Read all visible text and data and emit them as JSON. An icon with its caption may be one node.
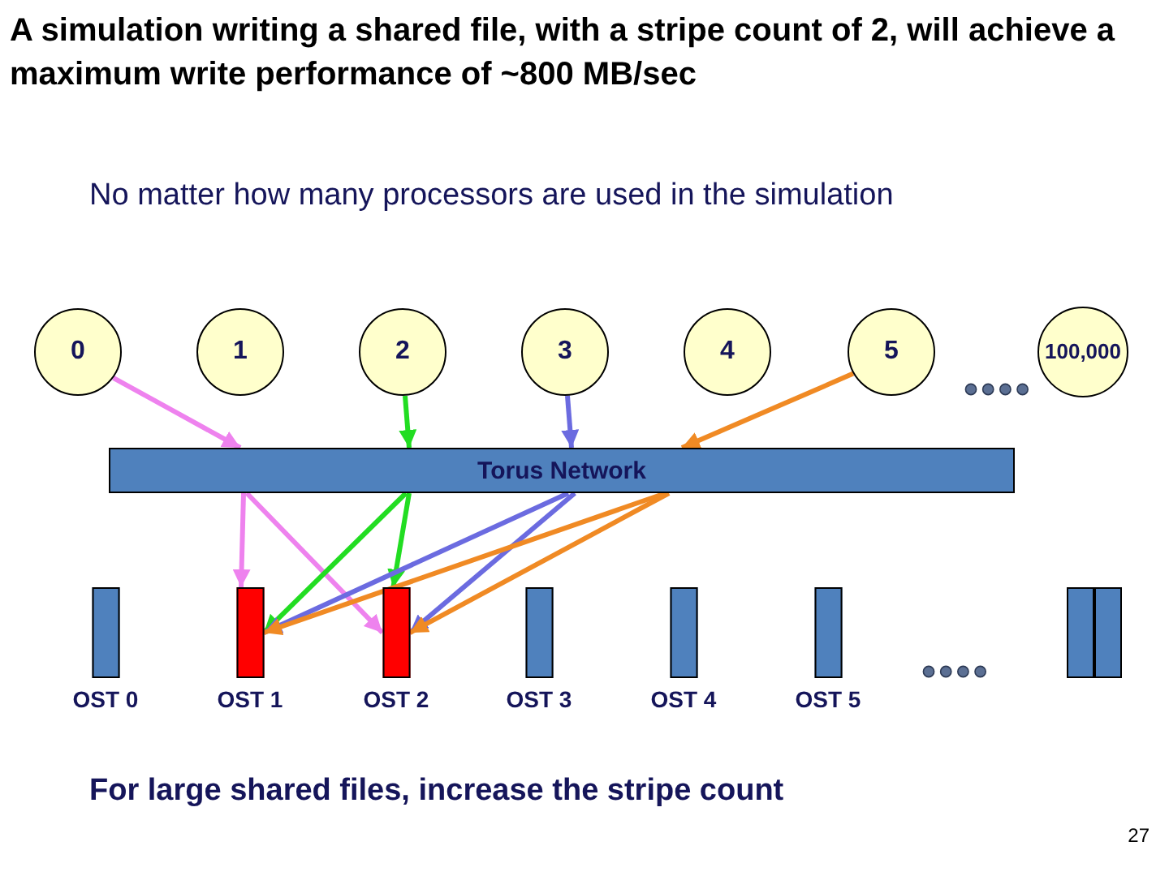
{
  "diagram": {
    "title": "A simulation writing a shared file, with a stripe count of 2, will achieve a maximum write performance of ~800 MB/sec",
    "nodes": [
      {
        "text": [
          "0"
        ]
      },
      {
        "text": [
          "1"
        ]
      },
      {
        "text": [
          "2"
        ]
      },
      {
        "text": [
          "3"
        ]
      },
      {
        "text": [
          "4"
        ]
      },
      {
        "text": [
          "5"
        ]
      },
      {
        "text": [
          "100,000"
        ]
      },
      {
        "text": [
          "Torus Network"
        ]
      },
      {
        "text": [
          "OST 0"
        ]
      },
      {
        "text": [
          "OST 1"
        ]
      },
      {
        "text": [
          "OST 2"
        ]
      },
      {
        "text": [
          "OST 3"
        ]
      },
      {
        "text": [
          "OST 4"
        ]
      },
      {
        "text": [
          "OST 5"
        ]
      },
      {
        "text": [],
        "shape": "bar"
      },
      {
        "text": [],
        "shape": "bar"
      }
    ],
    "edges": [
      {
        "from": 0,
        "to": 7,
        "arrow": "to",
        "color": "#ee82ee"
      },
      {
        "from": 7,
        "to": 9,
        "arrow": "to",
        "color": "#ee82ee"
      },
      {
        "from": 7,
        "to": 10,
        "arrow": "to",
        "color": "#ee82ee"
      },
      {
        "from": 2,
        "to": 7,
        "arrow": "to",
        "color": "#22dd22"
      },
      {
        "from": 7,
        "to": 9,
        "arrow": "to",
        "color": "#22dd22"
      },
      {
        "from": 7,
        "to": 10,
        "arrow": "to",
        "color": "#22dd22"
      },
      {
        "from": 3,
        "to": 7,
        "arrow": "to",
        "color": "#6b6be0"
      },
      {
        "from": 7,
        "to": 9,
        "arrow": "to",
        "color": "#6b6be0"
      },
      {
        "from": 7,
        "to": 10,
        "arrow": "to",
        "color": "#6b6be0"
      },
      {
        "from": 5,
        "to": 7,
        "arrow": "to",
        "color": "#f08a24"
      },
      {
        "from": 7,
        "to": 9,
        "arrow": "to",
        "color": "#f08a24"
      },
      {
        "from": 7,
        "to": 10,
        "arrow": "to",
        "color": "#f08a24"
      }
    ],
    "labels": [
      "No matter how many processors are used in the simulation",
      "For large shared files, increase the stripe count",
      "27"
    ]
  }
}
